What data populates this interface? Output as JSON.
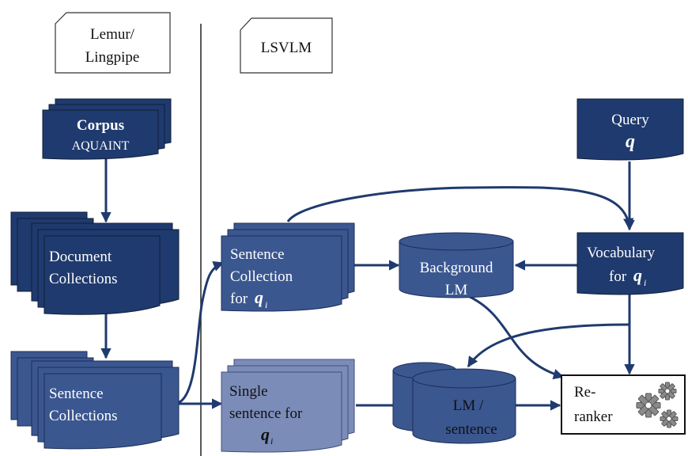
{
  "tags": {
    "left": [
      "Lemur/",
      "Lingpipe"
    ],
    "right": "LSVLM"
  },
  "nodes": {
    "corpus": {
      "title": "Corpus",
      "subtitle": "AQUAINT"
    },
    "documents": {
      "line1": "Document",
      "line2": "Collections"
    },
    "sentences": {
      "line1": "Sentence",
      "line2": "Collections"
    },
    "sentence_collection": {
      "line1": "Sentence",
      "line2": "Collection",
      "line3": "for",
      "symbol": "q",
      "subscript": "i"
    },
    "single_sentence": {
      "line1": "Single",
      "line2": "sentence for",
      "symbol": "q",
      "subscript": "i"
    },
    "query": {
      "label": "Query",
      "symbol": "q"
    },
    "vocabulary": {
      "line1": "Vocabulary",
      "line2": "for",
      "symbol": "q",
      "subscript": "i"
    },
    "background_lm": {
      "line1": "Background",
      "line2": "LM"
    },
    "lm_sentence": {
      "line1": "LM /",
      "line2": "sentence"
    },
    "reranker": {
      "line1": "Re-",
      "line2": "ranker",
      "icon": "gears-icon"
    }
  },
  "colors": {
    "dark": "#1f3a6e",
    "medium": "#3b5790",
    "light": "#7b8cb8",
    "edge": "#1f3a6e"
  }
}
